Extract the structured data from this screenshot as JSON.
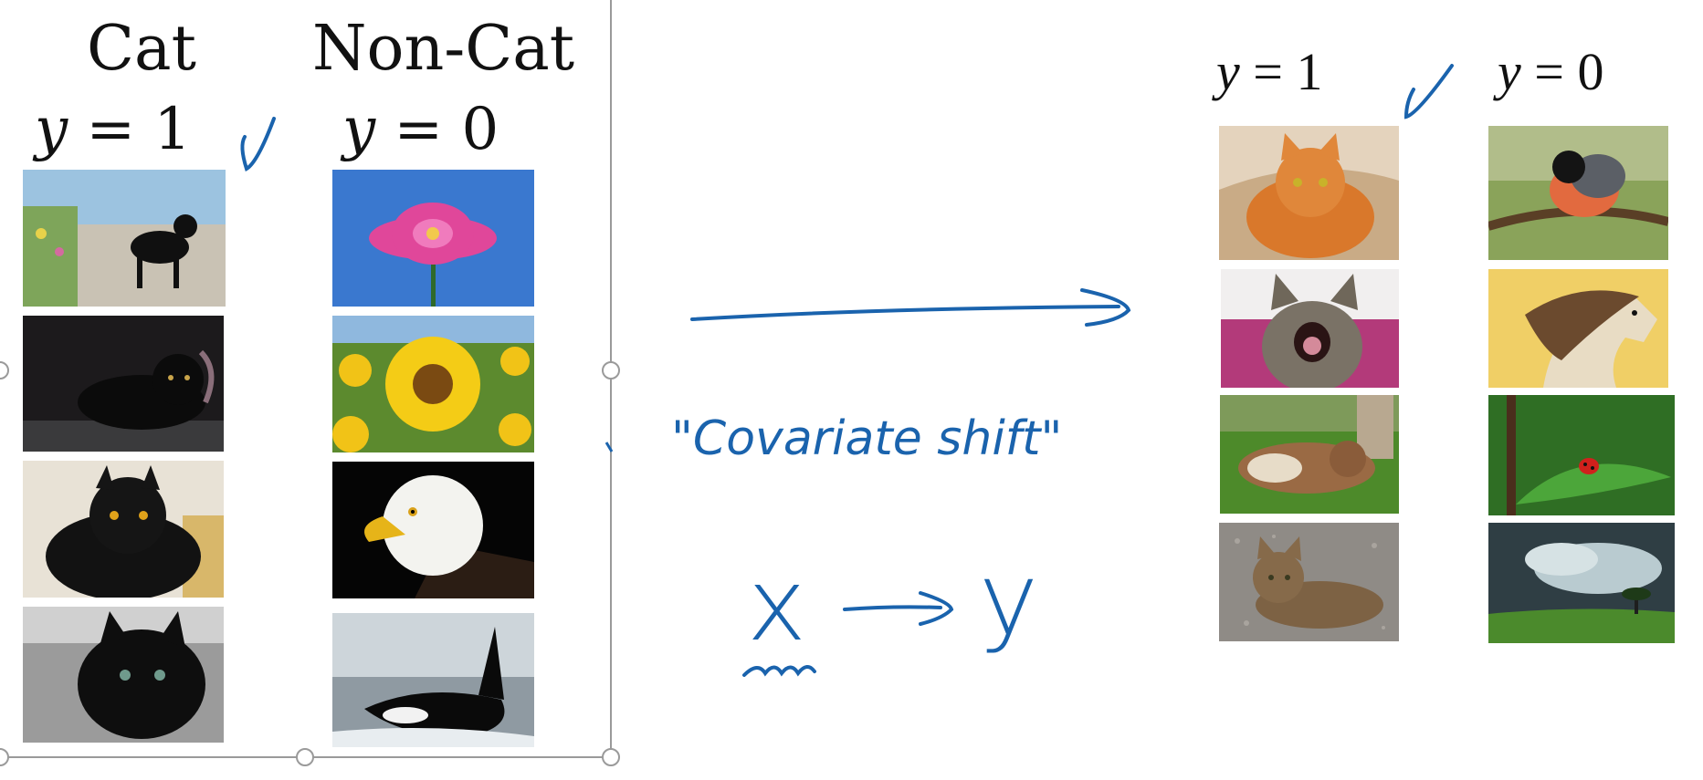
{
  "source": {
    "cat_title": "Cat",
    "noncat_title": "Non-Cat",
    "cat_label_var": "y",
    "cat_label_rest": " = 1",
    "noncat_label_var": "y",
    "noncat_label_rest": " = 0",
    "cat_images": [
      "black cat on wall",
      "black cat lying in dark",
      "black cat with yellow eyes",
      "black kitten close-up"
    ],
    "noncat_images": [
      "pink flower",
      "sunflower field",
      "bald eagle",
      "orca whale"
    ]
  },
  "target": {
    "cat_label_var": "y",
    "cat_label_rest": " = 1",
    "noncat_label_var": "y",
    "noncat_label_rest": " = 0",
    "cat_images": [
      "orange cat in basket",
      "yawning tabby cat",
      "cat lying on grass",
      "tabby cat on gravel"
    ],
    "noncat_images": [
      "bullfinch on branch",
      "pony with mane",
      "ladybug on leaf",
      "tree under storm clouds"
    ]
  },
  "annotations": {
    "covariate_text": "\"Covariate shift\"",
    "x_symbol": "x",
    "y_symbol": "y"
  },
  "colors": {
    "ink": "#1a63ad",
    "frame": "#9a9a9a"
  }
}
